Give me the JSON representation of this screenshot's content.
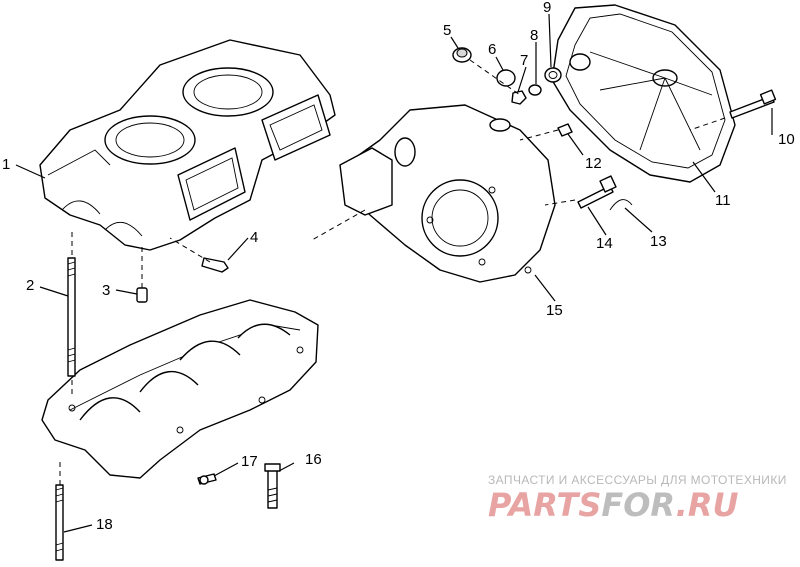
{
  "diagram": {
    "callouts": [
      "1",
      "2",
      "3",
      "4",
      "5",
      "6",
      "7",
      "8",
      "9",
      "10",
      "11",
      "12",
      "13",
      "14",
      "15",
      "16",
      "17",
      "18"
    ]
  },
  "watermark": {
    "tagline": "ЗАПЧАСТИ И АКСЕССУАРЫ ДЛЯ МОТОТЕХНИКИ",
    "brand_part1": "PARTS",
    "brand_part2": "FOR",
    "brand_part3": ".RU",
    "colors": {
      "tagline": "#b8b8b8",
      "red": "#e8a3a3",
      "gray": "#bdbdbd"
    }
  }
}
